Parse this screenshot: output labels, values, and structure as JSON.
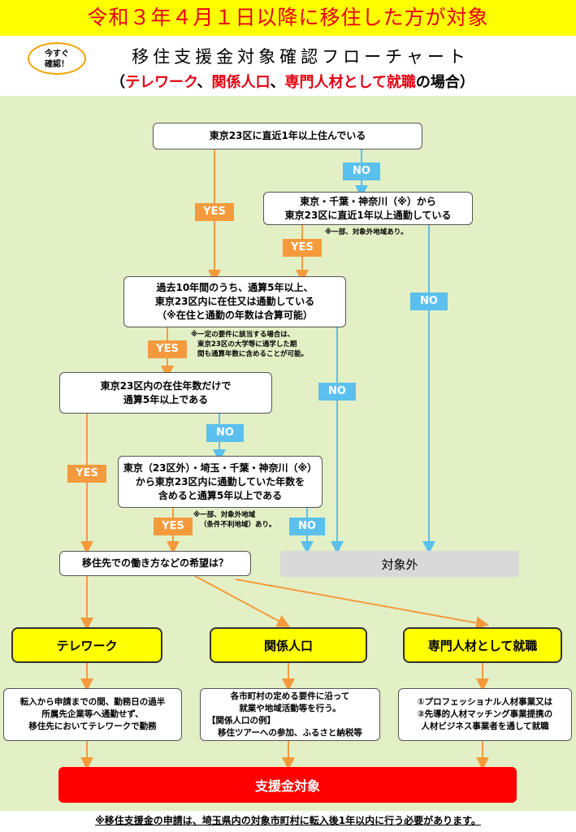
{
  "banner": {
    "text": "令和３年４月１日以降に移住した方が対象"
  },
  "header": {
    "bubble_line1": "今すぐ",
    "bubble_line2": "確認！",
    "title": "移住支援金対象確認フローチャート",
    "subtitle_open": "（",
    "subtitle_telework": "テレワーク",
    "subtitle_sep1": "、",
    "subtitle_kankei": "関係人口",
    "subtitle_sep2": "、",
    "subtitle_senmon": "専門人材として就職",
    "subtitle_tail": "の場合）"
  },
  "flow": {
    "q1": "東京23区に直近1年以上住んでいる",
    "q2_line1": "東京・千葉・神奈川（※）から",
    "q2_line2": "東京23区に直近1年以上通勤している",
    "q2_note": "※一部、対象外地域あり。",
    "q3_line1": "過去10年間のうち、通算5年以上、",
    "q3_line2": "東京23区内に在住又は通勤している",
    "q3_line3": "（※在住と通勤の年数は合算可能）",
    "q3_note_line1": "※一定の要件に該当する場合は、",
    "q3_note_line2": "東京23区の大学等に通学した期",
    "q3_note_line3": "間も通算年数に含めることが可能。",
    "q4_line1": "東京23区内の在住年数だけで",
    "q4_line2": "通算5年以上である",
    "q5_line1": "東京（23区外）・埼玉・千葉・神奈川（※）",
    "q5_line2": "から東京23区内に通勤していた年数を",
    "q5_line3": "含めると通算5年以上である",
    "q5_note_line1": "※一部、対象外地域",
    "q5_note_line2": "（条件不利地域）あり。",
    "q6": "移住先での働き方などの希望は？",
    "outside": "対象外",
    "yes": "YES",
    "no": "NO"
  },
  "categories": {
    "telework": "テレワーク",
    "kankei": "関係人口",
    "senmon": "専門人材として就職"
  },
  "descriptions": {
    "telework_line1": "転入から申請までの間、勤務日の過半",
    "telework_line2": "所属先企業等へ通勤せず、",
    "telework_line3": "移住先においてテレワークで勤務",
    "kankei_line1": "各市町村の定める要件に沿って",
    "kankei_line2": "就業や地域活動等を行う。",
    "kankei_line3": "【関係人口の例】",
    "kankei_line4": "移住ツアーへの参加、ふるさと納税等",
    "senmon_line1": "①プロフェッショナル人材事業又は",
    "senmon_line2": "②先導的人材マッチング事業提携の",
    "senmon_line3": "人材ビジネス事業者を通して就職"
  },
  "result": {
    "target": "支援金対象"
  },
  "footer": {
    "text": "※移住支援金の申請は、埼玉県内の対象市町村に転入後1年以内に行う必要があります。"
  },
  "colors": {
    "yes": "#f59a3c",
    "no": "#5bc0ee",
    "banner_bg": "#ffff00",
    "banner_text": "#e60012",
    "panel": "#e3f0c6",
    "target": "#ff0000",
    "outside": "#d9d9d9"
  }
}
